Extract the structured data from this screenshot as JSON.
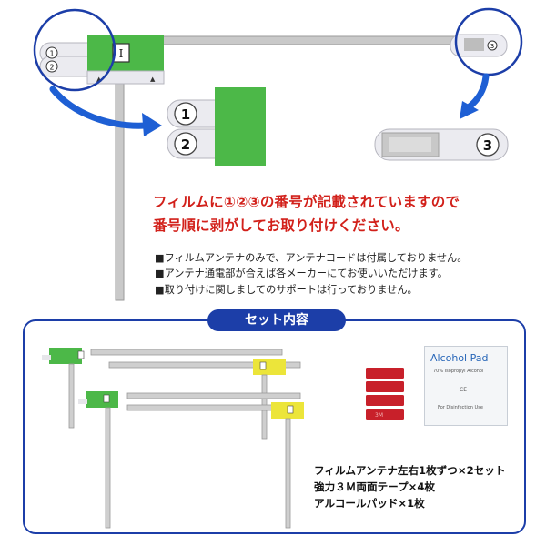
{
  "labels": {
    "num1": "①",
    "num2": "②",
    "num3": "③",
    "plate_mark": "I"
  },
  "instruction": {
    "line1": "フィルムに①②③の番号が記載されていますので",
    "line2": "番号順に剥がしてお取り付けください。"
  },
  "notes": [
    "■フィルムアンテナのみで、アンテナコードは付属しておりません。",
    "■アンテナ通電部が合えば各メーカーにてお使いいただけます。",
    "■取り付けに関しましてのサポートは行っておりません。"
  ],
  "set_section": {
    "title": "セット内容",
    "contents": [
      "フィルムアンテナ左右1枚ずつ×2セット",
      "強力３Ｍ両面テープ×4枚",
      "アルコールパッド×1枚"
    ]
  },
  "alcohol_pad": {
    "title": "Alcohol Pad",
    "subtitle": "70% Isopropyl Alcohol",
    "footer": "For Disinfection Use"
  },
  "tape_brand": "3M",
  "colors": {
    "green": "#4cb848",
    "yellow": "#ece53a",
    "blue": "#1c3ea8",
    "red_text": "#d2201a",
    "tape_red": "#c8202a"
  }
}
